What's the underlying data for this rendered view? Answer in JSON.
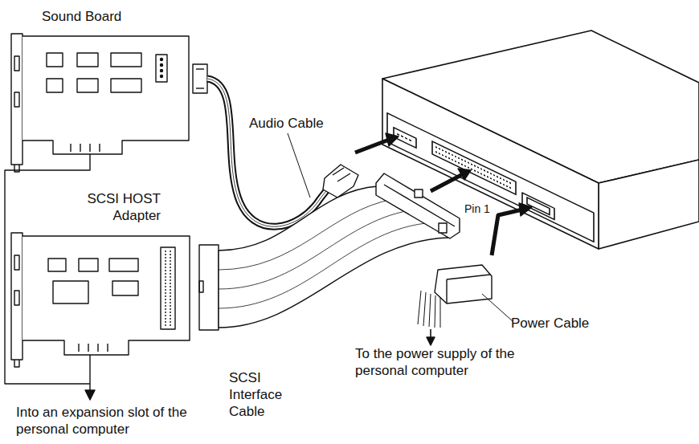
{
  "diagram": {
    "nodes": [
      {
        "text": [
          "Sound Board"
        ]
      },
      {
        "text": [
          "SCSI HOST Adapter"
        ]
      }
    ],
    "labels": [
      "Audio Cable",
      "Pin 1",
      "SCSI Interface Cable",
      "Power Cable",
      "To the power supply of the personal computer",
      "Into an expansion slot of the personal computer"
    ]
  }
}
